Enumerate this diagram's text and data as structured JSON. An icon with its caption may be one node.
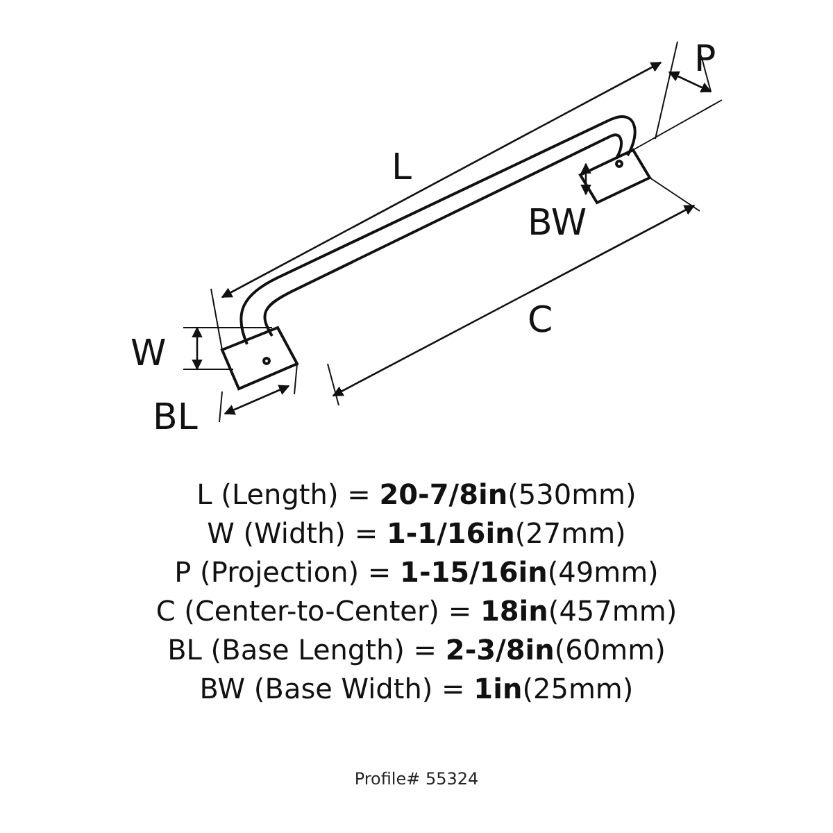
{
  "diagram": {
    "labels": [
      "P",
      "L",
      "BW",
      "C",
      "W",
      "BL",
      "L (Length) = **20-7/8in**(530mm)",
      "W (Width) = **1-1/16in**(27mm)",
      "P (Projection) = **1-15/16in**(49mm)",
      "C (Center-to-Center) = **18in**(457mm)",
      "BL (Base Length) = **2-3/8in**(60mm)",
      "BW (Base Width) = **1in**(25mm)",
      "Profile# 55324"
    ]
  }
}
